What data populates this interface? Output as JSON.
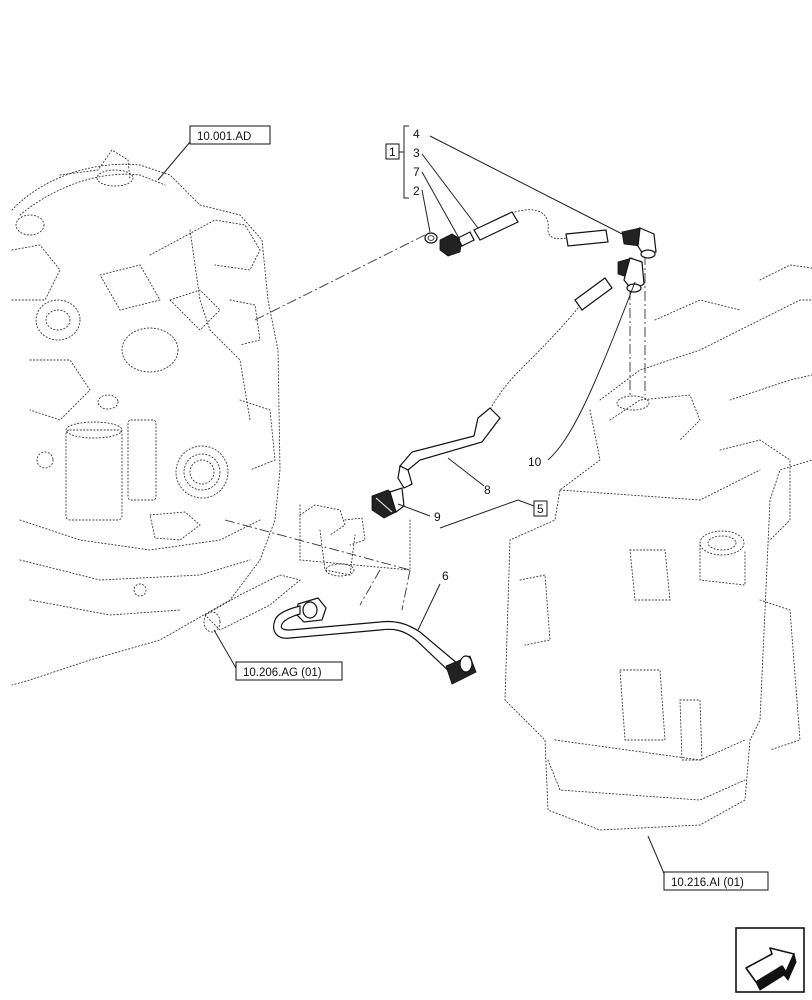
{
  "references": {
    "engine": "10.001.AD",
    "fuel_filter": "10.206.AG (01)",
    "fuel_tank": "10.216.AI (01)"
  },
  "callouts": {
    "c4": "4",
    "c3": "3",
    "c7": "7",
    "c2": "2",
    "c1": "1",
    "c8": "8",
    "c9": "9",
    "c10": "10",
    "c5": "5",
    "c6": "6"
  },
  "icons": {
    "nav": "arrow-navigation-icon"
  }
}
